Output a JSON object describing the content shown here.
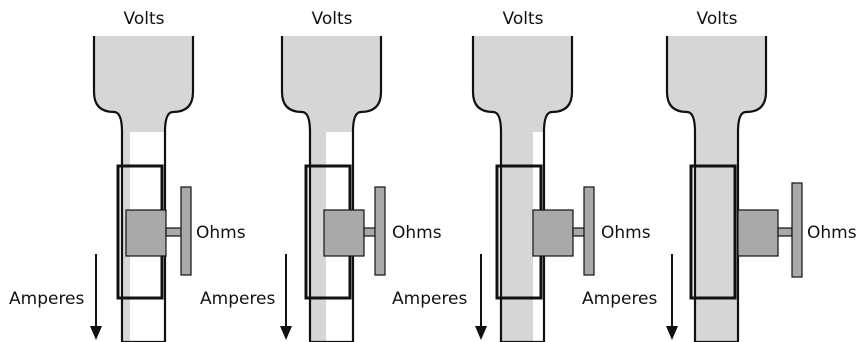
{
  "colors": {
    "pipe_fill": "#d6d6d6",
    "valve_fill": "#a9a9a9",
    "stroke": "#111111",
    "background": "#ffffff"
  },
  "panels": [
    {
      "top_label": "Volts",
      "resistance_label": "Ohms",
      "current_label": "Amperes"
    },
    {
      "top_label": "Volts",
      "resistance_label": "Ohms",
      "current_label": "Amperes"
    },
    {
      "top_label": "Volts",
      "resistance_label": "Ohms",
      "current_label": "Amperes"
    },
    {
      "top_label": "Volts",
      "resistance_label": "Ohms",
      "current_label": "Amperes"
    }
  ]
}
